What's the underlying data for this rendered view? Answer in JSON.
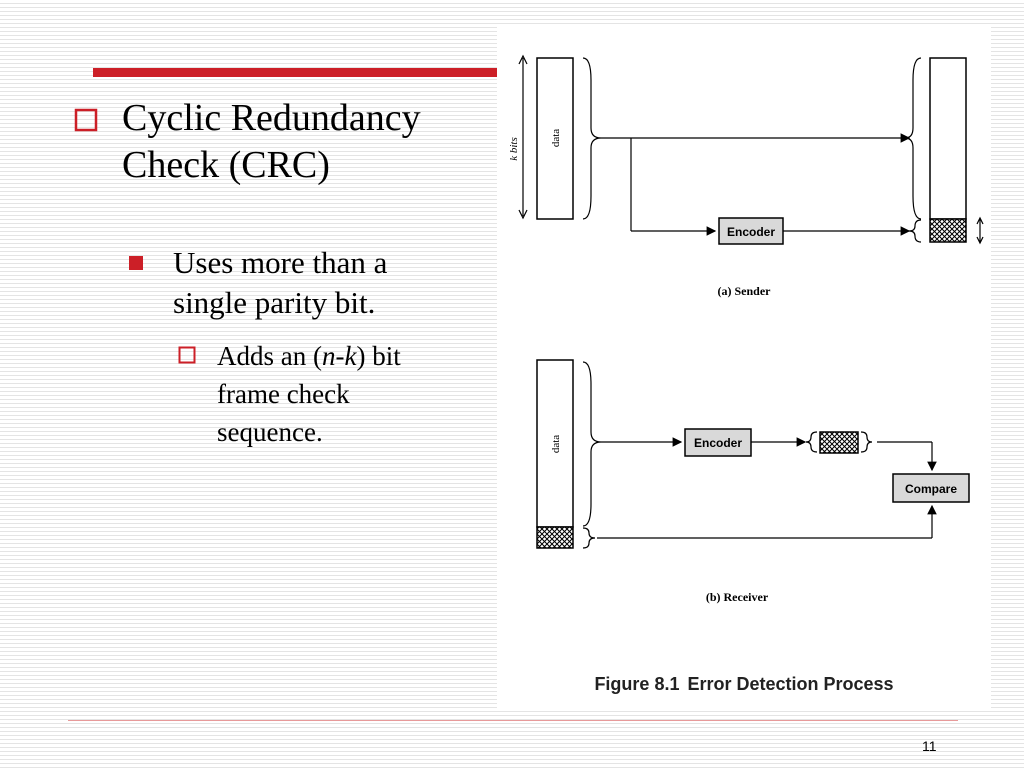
{
  "slide": {
    "title_line1": "Cyclic Redundancy",
    "title_line2": "Check (CRC)",
    "bullet2_line1": "Uses more than a",
    "bullet2_line2": "single parity bit.",
    "bullet3_prefix": "Adds an (",
    "bullet3_n": "n",
    "bullet3_dash": "-",
    "bullet3_k": "k",
    "bullet3_suffix": ") bit",
    "bullet3_line2": "frame check",
    "bullet3_line3": "sequence.",
    "page_number": "11"
  },
  "figure": {
    "k_bits_label": "k bits",
    "data_label": "data",
    "encoder_label": "Encoder",
    "compare_label": "Compare",
    "sender_caption": "(a) Sender",
    "receiver_caption": "(b) Receiver",
    "caption_number": "Figure 8.1",
    "caption_title": "Error Detection Process",
    "colors": {
      "accent_red": "#cc1f27",
      "encoder_fill": "#d9d9d9",
      "compare_fill": "#d9d9d9"
    }
  }
}
